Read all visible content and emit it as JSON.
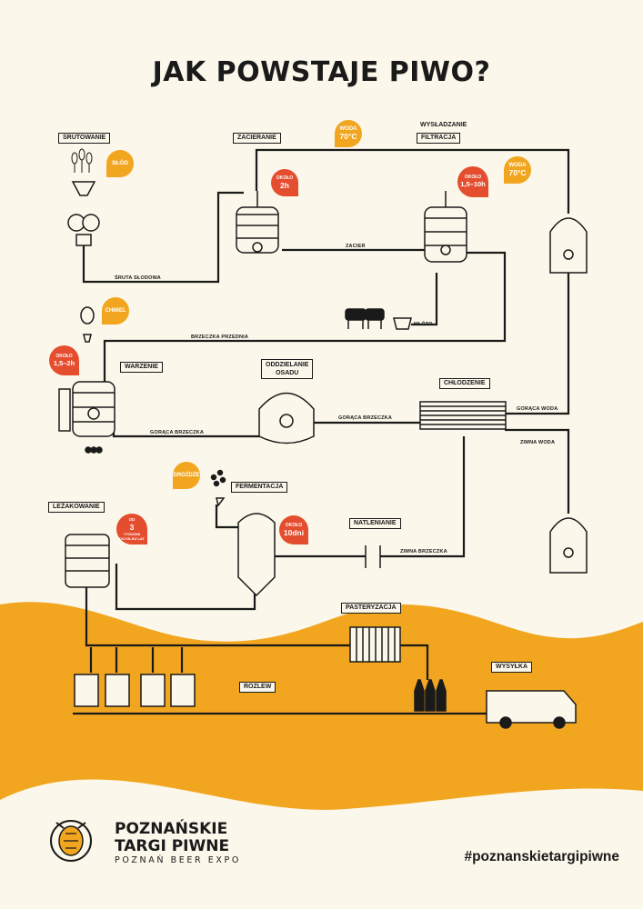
{
  "title": "JAK POWSTAJE PIWO?",
  "stages": {
    "srutowanie": "ŚRUTOWANIE",
    "zacieranie": "ZACIERANIE",
    "wysladzanie": "WYSŁADZANIE",
    "filtracja": "FILTRACJA",
    "warzenie": "WARZENIE",
    "oddzielanie_1": "ODDZIELANIE",
    "oddzielanie_2": "OSADU",
    "chlodzenie": "CHŁODZENIE",
    "fermentacja": "FERMENTACJA",
    "lezakowanie": "LEŻAKOWANIE",
    "natlenianie": "NATLENIANIE",
    "pasteryzacja": "PASTERYZACJA",
    "rozlew": "ROZLEW",
    "wysylka": "WYSYŁKA"
  },
  "bubbles": {
    "slod": "SŁÓD",
    "woda1_top": "WODA",
    "woda1_bottom": "70°C",
    "okolo_2h_small": "OKOŁO",
    "okolo_2h_big": "2h",
    "okolo_10h_small": "OKOŁO",
    "okolo_10h_big": "1,5–10h",
    "woda2_top": "WODA",
    "woda2_bottom": "70°C",
    "chmiel": "CHMIEL",
    "okolo_warz_small": "OKOŁO",
    "okolo_warz_big": "1,5–2h",
    "drozdze": "DROŻDŻE",
    "ferm_small": "OKOŁO",
    "ferm_big": "10dni",
    "lez_small1": "OD",
    "lez_big": "3",
    "lez_small2": "TYGODNI",
    "lez_small3": "DO KILKU LAT"
  },
  "pipes": {
    "sruta": "ŚRUTA SŁODOWA",
    "zacier": "ZACIER",
    "mloto": "MŁÓTO",
    "brzeczka_przednia": "BRZECZKA PRZEDNIA",
    "goraca_brzeczka_1": "GORĄCA BRZECZKA",
    "goraca_brzeczka_2": "GORĄCA BRZECZKA",
    "goraca_woda": "GORĄCA WODA",
    "zimna_woda": "ZIMNA WODA",
    "zimna_brzeczka": "ZIMNA BRZECZKA"
  },
  "brand": {
    "line1": "POZNAŃSKIE",
    "line2": "TARGI PIWNE",
    "line3": "POZNAŃ BEER EXPO"
  },
  "hashtag": "#poznanskietargipiwne",
  "colors": {
    "accent": "#f2a51f",
    "red": "#e44d2e",
    "background": "#fbf7ea",
    "ink": "#1a1a1a"
  }
}
